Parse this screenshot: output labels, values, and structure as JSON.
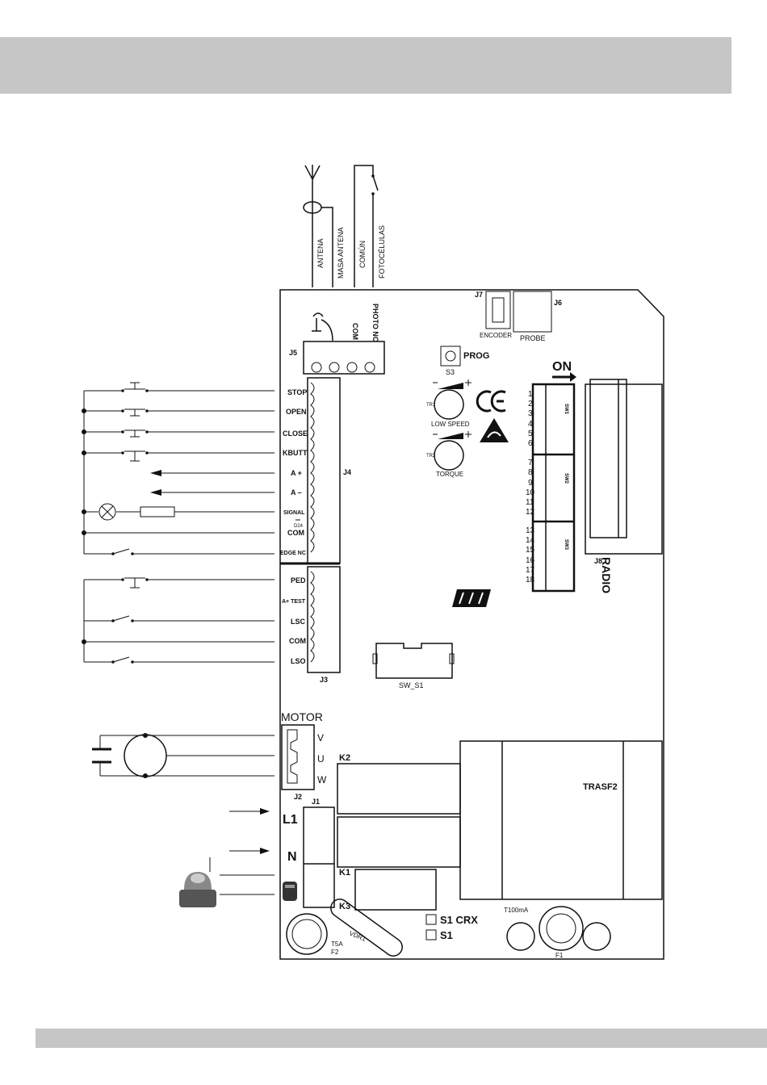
{
  "colors": {
    "header_bar": "#c6c6c6",
    "ink": "#111111"
  },
  "wiring_top": {
    "antenna": "ANTENA",
    "antenna_ground": "MASA ANTENA",
    "common": "COMÚN",
    "photocells": "FOTOCÉLULAS"
  },
  "connectors": {
    "j7": "J7",
    "j6": "J6",
    "encoder": "ENCODER",
    "probe": "PROBE",
    "j5": "J5",
    "com": "COM",
    "photo_nc": "PHOTO NC",
    "prog": "PROG",
    "s3": "S3",
    "on": "ON",
    "tr1": "TR1",
    "low_speed": "LOW SPEED",
    "tr2": "TR2",
    "torque": "TORQUE",
    "j4": "J4",
    "j3": "J3",
    "j8": "J8",
    "radio": "RADIO",
    "sw1": "SW1",
    "sw2": "SW2",
    "sw3": "SW3",
    "sw_s1": "SW_S1",
    "motor": "MOTOR",
    "j2": "J2",
    "phase_v": "V",
    "phase_u": "U",
    "phase_w": "W",
    "k2": "K2",
    "k1": "K1",
    "k3": "K3",
    "j1": "J1",
    "l1": "L1",
    "n": "N",
    "trasf2": "TRASF2",
    "t100ma": "T100mA",
    "f1": "F1",
    "t5a": "T5A",
    "f2": "F2",
    "vdr1": "VDR1",
    "s1crx": "S1 CRX",
    "s1": "S1",
    "d24": "D24"
  },
  "j4_terminals": [
    "STOP",
    "OPEN",
    "CLOSE",
    "KBUTT",
    "A +",
    "A –",
    "SIGNAL",
    "COM",
    "EDGE NC"
  ],
  "j3_terminals": [
    "PED",
    "A+ TEST",
    "LSC",
    "COM",
    "LSO"
  ],
  "dip_numbers": [
    "1",
    "2",
    "3",
    "4",
    "5",
    "6",
    "7",
    "8",
    "9",
    "10",
    "11",
    "12",
    "13",
    "14",
    "15",
    "16",
    "17",
    "18"
  ]
}
